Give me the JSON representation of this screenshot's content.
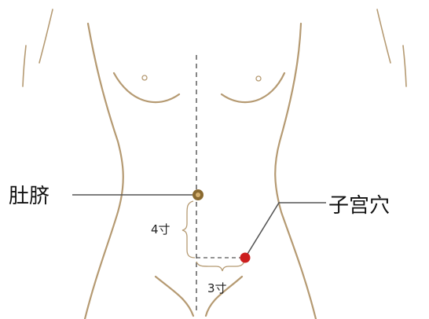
{
  "labels": {
    "navel": "肚脐",
    "acupoint": "子宫穴",
    "dist_vertical": "4寸",
    "dist_horizontal": "3寸"
  },
  "colors": {
    "body_outline": "#b59a72",
    "acupoint_marker": "#cc1e1e",
    "navel_marker": "#7a5a25",
    "text": "#111111"
  }
}
